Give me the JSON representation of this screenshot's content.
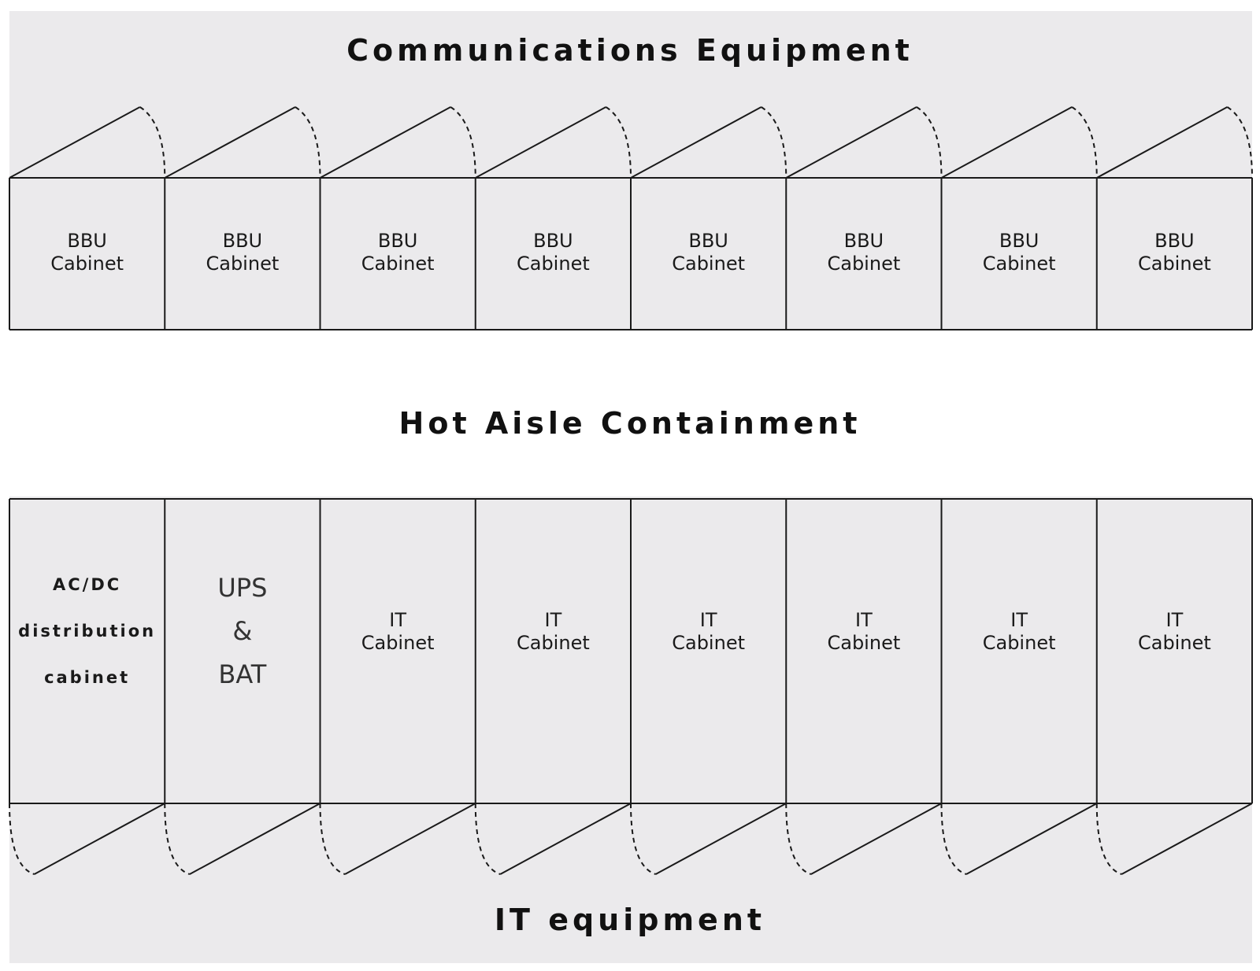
{
  "titles": {
    "top": "Communications Equipment",
    "middle": "Hot Aisle Containment",
    "bottom": "IT equipment"
  },
  "top_row": [
    {
      "label": "BBU\nCabinet"
    },
    {
      "label": "BBU\nCabinet"
    },
    {
      "label": "BBU\nCabinet"
    },
    {
      "label": "BBU\nCabinet"
    },
    {
      "label": "BBU\nCabinet"
    },
    {
      "label": "BBU\nCabinet"
    },
    {
      "label": "BBU\nCabinet"
    },
    {
      "label": "BBU\nCabinet"
    }
  ],
  "bottom_row": [
    {
      "label": "AC/DC\ndistribution\ncabinet",
      "style": "acdc"
    },
    {
      "label": "UPS\n&\nBAT",
      "style": "ups"
    },
    {
      "label": "IT\nCabinet"
    },
    {
      "label": "IT\nCabinet"
    },
    {
      "label": "IT\nCabinet"
    },
    {
      "label": "IT\nCabinet"
    },
    {
      "label": "IT\nCabinet"
    },
    {
      "label": "IT\nCabinet"
    }
  ],
  "colors": {
    "background": "#ebeaec",
    "aisle": "#ffffff",
    "lines": "#1a1a1a"
  }
}
